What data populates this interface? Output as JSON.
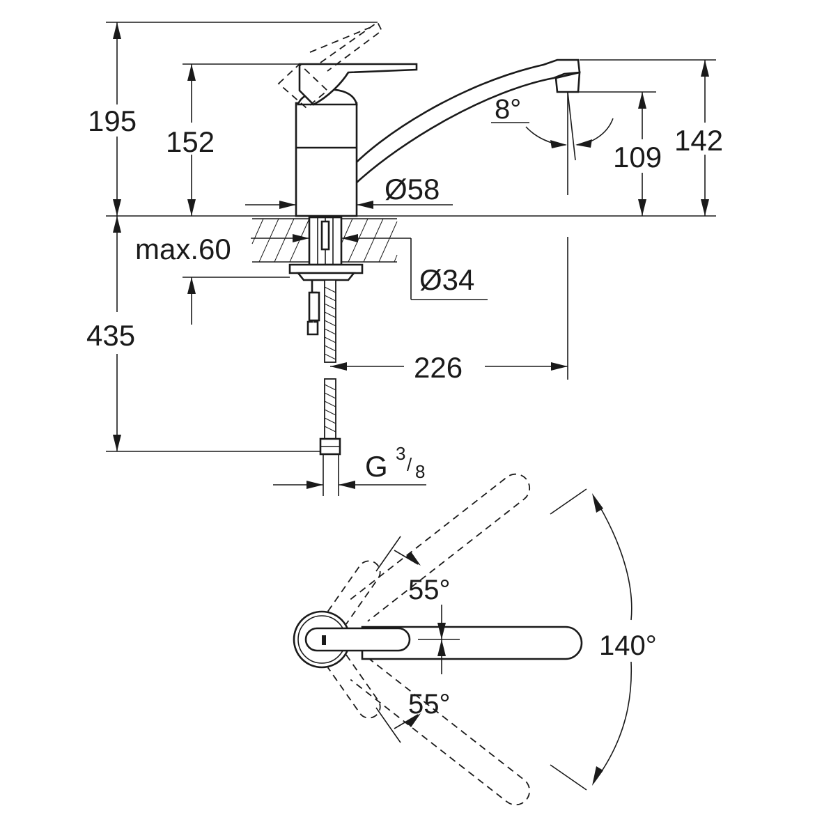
{
  "side_view": {
    "height_total": "195",
    "height_lever": "152",
    "height_outlet": "142",
    "height_spout_clearance": "109",
    "spout_angle": "8°",
    "body_diameter": "Ø58",
    "mounting_hole": "Ø34",
    "deck_thickness": "max.60",
    "hose_length": "435",
    "spout_reach": "226",
    "connection_thread_prefix": "G",
    "connection_thread_numerator": "3",
    "connection_thread_denominator": "8"
  },
  "top_view": {
    "lever_angle_upper": "55°",
    "lever_angle_lower": "55°",
    "spout_swivel_angle": "140°"
  }
}
